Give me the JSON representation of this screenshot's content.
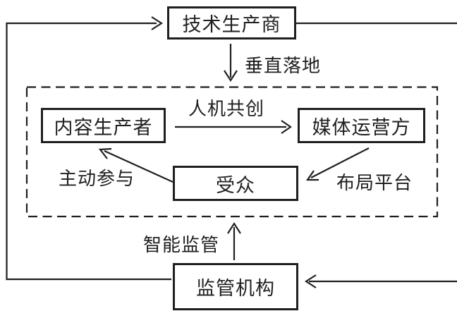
{
  "diagram": {
    "nodes": {
      "tech_producer": {
        "label": "技术生产商"
      },
      "content_producer": {
        "label": "内容生产者"
      },
      "media_operator": {
        "label": "媒体运营方"
      },
      "audience": {
        "label": "受众"
      },
      "regulator": {
        "label": "监管机构"
      }
    },
    "edges": {
      "vertical_landing": {
        "label": "垂直落地"
      },
      "human_machine_cocreation": {
        "label": "人机共创"
      },
      "active_participation": {
        "label": "主动参与"
      },
      "platform_layout": {
        "label": "布局平台"
      },
      "intelligent_supervision": {
        "label": "智能监管"
      }
    },
    "colors": {
      "line": "#1f1f1f",
      "background": "#ffffff"
    }
  }
}
